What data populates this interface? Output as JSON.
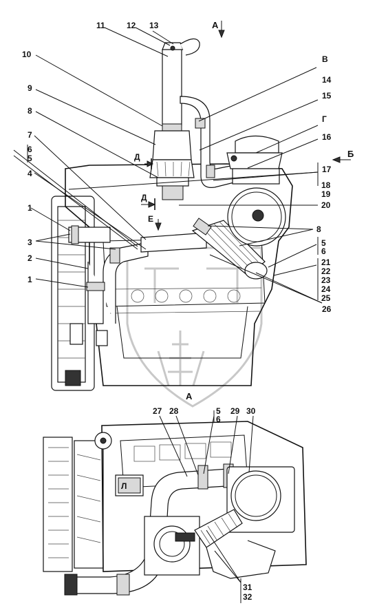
{
  "views": {
    "top_view_label": "А",
    "side_view_label": "Б",
    "section_v": "В",
    "section_g": "Г",
    "section_d1": "Д",
    "section_d2": "Д",
    "section_e": "Е",
    "section_l": "Л"
  },
  "callouts": {
    "n1a": "1",
    "n1b": "1",
    "n2": "2",
    "n3": "3",
    "n4": "4",
    "n5a": "5",
    "n6a": "6",
    "n5b": "5",
    "n6b": "6",
    "n5c": "5",
    "n6c": "6",
    "n7": "7",
    "n8a": "8",
    "n8b": "8",
    "n9": "9",
    "n10": "10",
    "n11": "11",
    "n12": "12",
    "n13": "13",
    "n14": "14",
    "n15": "15",
    "n16": "16",
    "n17": "17",
    "n18": "18",
    "n19": "19",
    "n20": "20",
    "n21": "21",
    "n22": "22",
    "n23": "23",
    "n24": "24",
    "n25": "25",
    "n26": "26",
    "n27": "27",
    "n28": "28",
    "n29": "29",
    "n30": "30",
    "n31": "31",
    "n32": "32"
  }
}
